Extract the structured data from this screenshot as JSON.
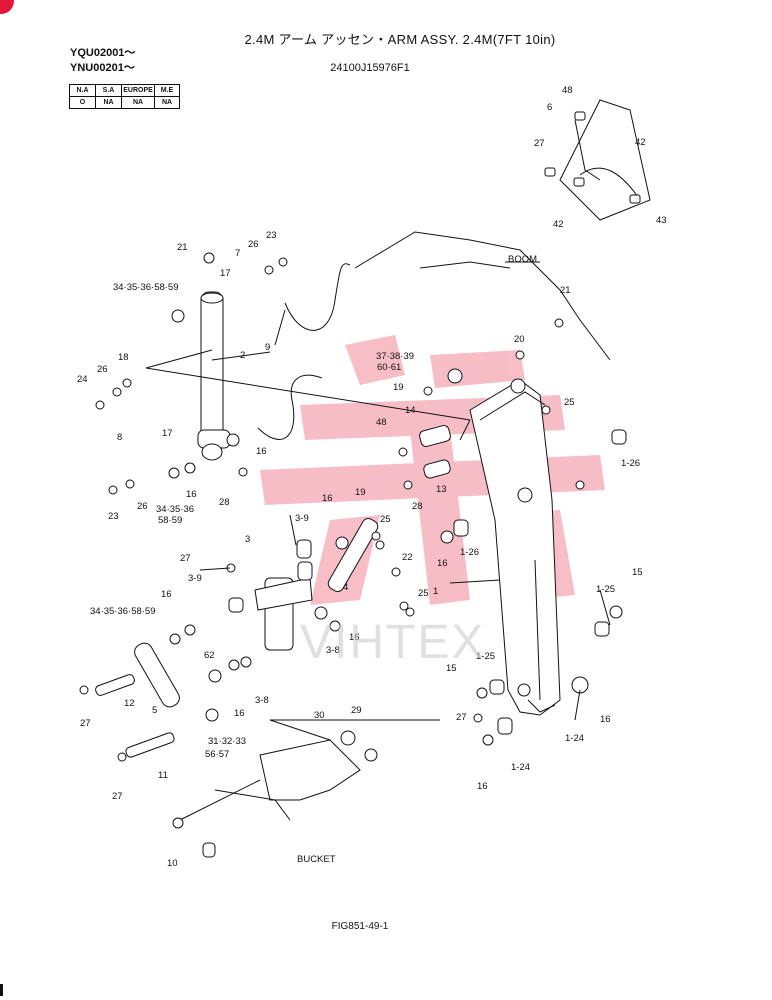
{
  "header": {
    "title": "2.4M アーム アッセン・ARM ASSY. 2.4M(7FT 10in)",
    "part_number": "24100J15976F1",
    "serial_1": "YQU02001～",
    "serial_2": "YNU00201～"
  },
  "availability": {
    "headers": [
      "N.A",
      "S.A",
      "EUROPE",
      "M.E"
    ],
    "values": [
      "O",
      "NA",
      "NA",
      "NA"
    ]
  },
  "labels": {
    "boom": "BOOM",
    "bucket": "BUCKET",
    "figure": "FIG851-49-1",
    "watermark": "VIHTEX",
    "n1": "1",
    "n2": "2",
    "n3": "3",
    "n4": "4",
    "n5": "5",
    "n6": "6",
    "n7": "7",
    "n8": "8",
    "n9": "9",
    "n10": "10",
    "n11": "11",
    "n12": "12",
    "n13": "13",
    "n14": "14",
    "n15": "15",
    "n16": "16",
    "n17": "17",
    "n18": "18",
    "n19": "19",
    "n20": "20",
    "n21": "21",
    "n22": "22",
    "n23": "23",
    "n24": "24",
    "n25": "25",
    "n26": "26",
    "n27": "27",
    "n28": "28",
    "n29": "29",
    "n30": "30",
    "n42": "42",
    "n43": "43",
    "n48": "48",
    "n62": "62",
    "n1_24": "1-24",
    "n1_25": "1-25",
    "n1_26": "1-26",
    "n3_8": "3-8",
    "n3_9": "3-9",
    "n3_8b": "3-8",
    "n31_32_33": "31·32·33",
    "n56_57": "56·57",
    "n34_35_36_58_59": "34·35·36·58·59",
    "n34_35_36": "34·35·36",
    "n58_59": "58·59",
    "n37_38_39": "37·38·39",
    "n60_61": "60·61"
  }
}
